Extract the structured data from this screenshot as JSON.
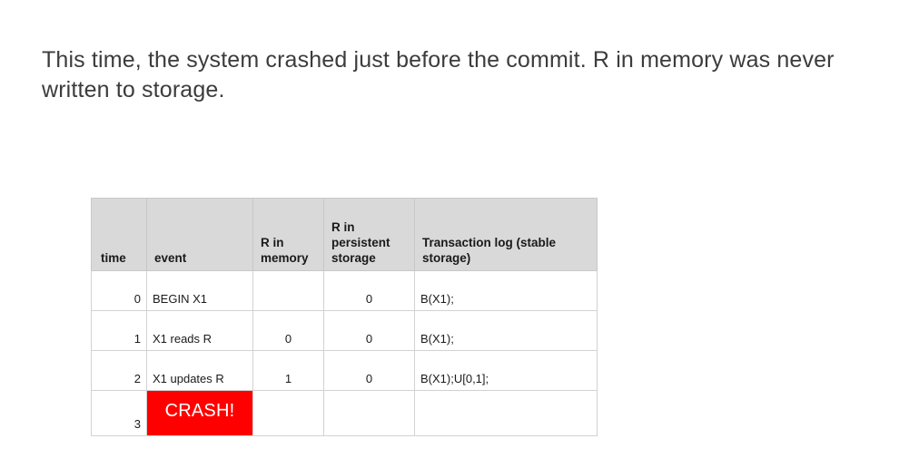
{
  "slide": {
    "heading": "This time, the system crashed just before the commit. R in memory was never written to storage."
  },
  "colors": {
    "header_background": "#d9d9d9",
    "crash_background": "#ff0000",
    "crash_text": "#ffffff",
    "border": "#d2d2d2",
    "heading_text": "#3c3c3c"
  },
  "table": {
    "headers": {
      "time": "time",
      "event": "event",
      "memory": "R in memory",
      "persistent": "R in persistent storage",
      "log": "Transaction log (stable storage)"
    },
    "rows": [
      {
        "time": "0",
        "event": "BEGIN X1",
        "memory": "",
        "persistent": "0",
        "log": "B(X1);",
        "crash": false
      },
      {
        "time": "1",
        "event": "X1 reads R",
        "memory": "0",
        "persistent": "0",
        "log": "B(X1);",
        "crash": false
      },
      {
        "time": "2",
        "event": "X1 updates R",
        "memory": "1",
        "persistent": "0",
        "log": "B(X1);U[0,1];",
        "crash": false
      },
      {
        "time": "3",
        "event": "CRASH!",
        "memory": "",
        "persistent": "",
        "log": "",
        "crash": true
      }
    ]
  }
}
